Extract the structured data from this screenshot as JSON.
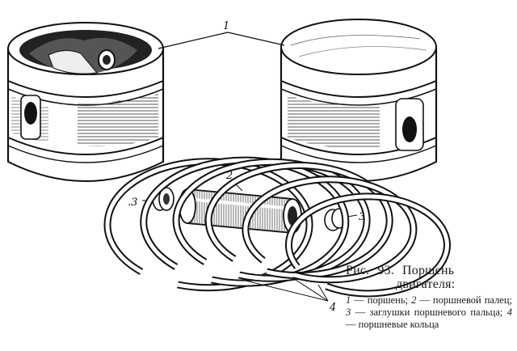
{
  "figure": {
    "labels": {
      "piston": "1",
      "pin": "2",
      "plug_left": ".3",
      "plug_right": "3",
      "rings": "4"
    }
  },
  "caption": {
    "prefix": "Рис.",
    "number": "93.",
    "title_word": "Поршень",
    "title_rest": "двигателя:",
    "items": [
      {
        "num": "1",
        "text": "— поршень;"
      },
      {
        "num": "2",
        "text": "— поршневой палец;"
      },
      {
        "num": "3",
        "text": "— заглушки поршневого пальца;"
      },
      {
        "num": "4",
        "text": "— поршневые кольца"
      }
    ]
  }
}
